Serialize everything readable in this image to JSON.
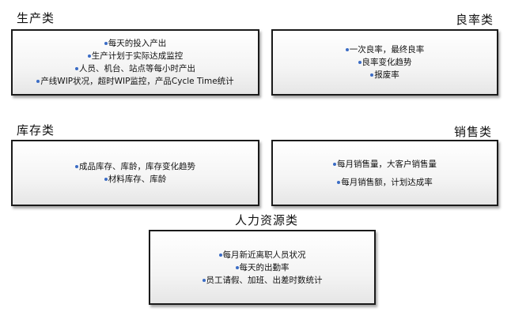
{
  "groups": {
    "production": {
      "title": "生产类",
      "items": [
        "每天的投入产出",
        "生产计划于实际达成监控",
        "人员、机台、站点等每小时产出",
        "产线WIP状况，超时WIP监控，产品Cycle Time统计"
      ]
    },
    "yield": {
      "title": "良率类",
      "items": [
        "一次良率，最终良率",
        "良率变化趋势",
        "报废率"
      ]
    },
    "inventory": {
      "title": "库存类",
      "items": [
        "成品库存、库龄，库存变化趋势",
        "材料库存、库龄"
      ]
    },
    "sales": {
      "title": "销售类",
      "items": [
        "每月销售量，大客户销售量",
        "每月销售额，计划达成率"
      ]
    },
    "hr": {
      "title": "人力资源类",
      "items": [
        "每月新近离职人员状况",
        "每天的出勤率",
        "员工请假、加班、出差时数统计"
      ]
    }
  },
  "colors": {
    "bullet": "#3b6cc5",
    "border": "#1a1a1a"
  }
}
